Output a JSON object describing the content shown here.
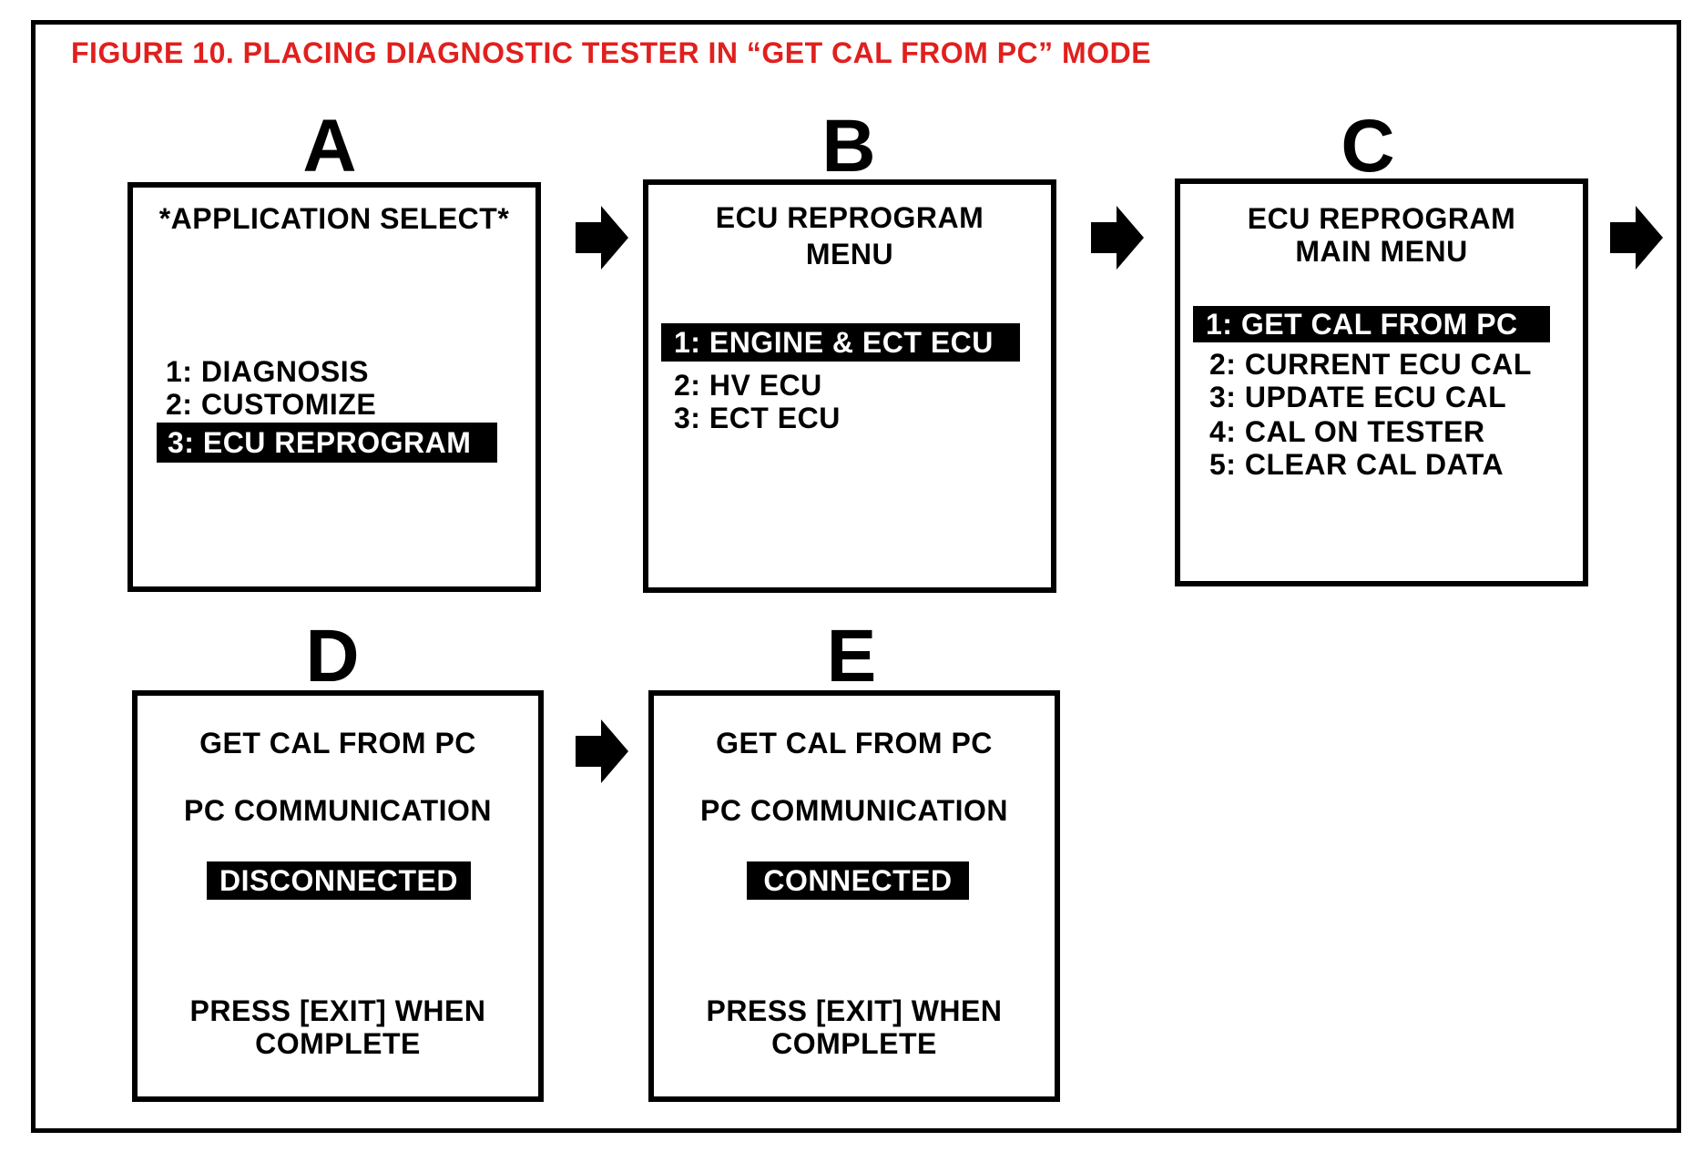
{
  "caption": "FIGURE 10.  PLACING DIAGNOSTIC TESTER IN “GET CAL FROM PC” MODE",
  "colors": {
    "caption": "#e0201e",
    "screen_border": "#000000",
    "highlight": "#000000"
  },
  "panels": {
    "a": {
      "letter": "A",
      "title": "*APPLICATION SELECT*",
      "items": [
        "1:  DIAGNOSIS",
        "2:  CUSTOMIZE"
      ],
      "selected": "3:  ECU REPROGRAM"
    },
    "b": {
      "letter": "B",
      "title_1": "ECU REPROGRAM",
      "title_2": "MENU",
      "selected": "1:  ENGINE & ECT ECU",
      "items": [
        "2:  HV ECU",
        "3:  ECT ECU"
      ]
    },
    "c": {
      "letter": "C",
      "title_1": "ECU REPROGRAM",
      "title_2": "MAIN MENU",
      "selected": "1:  GET CAL FROM PC",
      "items": [
        "2:  CURRENT ECU CAL",
        "3:  UPDATE ECU CAL",
        "4:  CAL ON TESTER",
        "5:  CLEAR CAL DATA"
      ]
    },
    "d": {
      "letter": "D",
      "title": "GET CAL FROM PC",
      "subtitle": "PC COMMUNICATION",
      "status": "DISCONNECTED",
      "footer_1": "PRESS [EXIT] WHEN",
      "footer_2": "COMPLETE"
    },
    "e": {
      "letter": "E",
      "title": "GET CAL FROM PC",
      "subtitle": "PC COMMUNICATION",
      "status": "CONNECTED",
      "footer_1": "PRESS [EXIT] WHEN",
      "footer_2": "COMPLETE"
    }
  },
  "arrows": [
    "right-arrow-icon",
    "right-arrow-icon",
    "right-arrow-icon",
    "right-arrow-icon"
  ]
}
